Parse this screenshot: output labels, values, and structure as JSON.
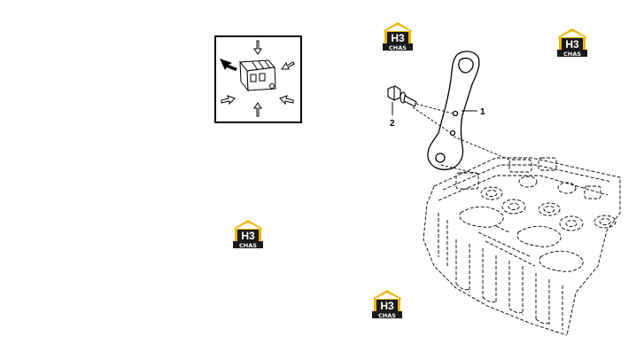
{
  "diagram": {
    "callouts": [
      {
        "id": "1",
        "label": "1"
      },
      {
        "id": "2",
        "label": "2"
      }
    ]
  },
  "watermark": {
    "logo_letters": "H3",
    "logo_sub": "CHAS",
    "colors": {
      "roof": "#f0b400",
      "box": "#1a1a1a",
      "text": "#ffffff"
    }
  },
  "colors": {
    "line": "#000000",
    "background": "#ffffff"
  }
}
